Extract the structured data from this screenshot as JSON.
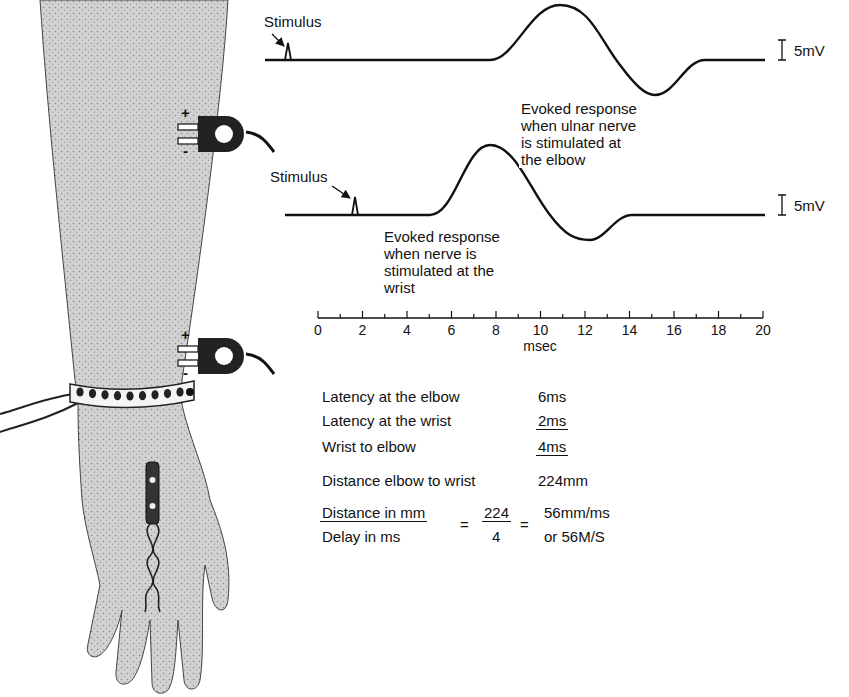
{
  "diagram": {
    "labels": [
      "+",
      "-",
      "+",
      "-",
      "Stimulus",
      "Evoked response when ulnar nerve is stimulated at the elbow",
      "5mV",
      "Stimulus",
      "Evoked response when nerve is stimulated at the wrist",
      "5mV",
      "0",
      "2",
      "4",
      "6",
      "8",
      "10",
      "12",
      "14",
      "16",
      "18",
      "20",
      "msec",
      "Latency at the elbow",
      "6ms",
      "Latency at the wrist",
      "2ms",
      "Wrist to elbow",
      "4ms",
      "Distance elbow to wrist",
      "224mm",
      "Distance in mm",
      "Delay in ms",
      "=",
      "224",
      "4",
      "=",
      "56mm/ms",
      "or 56M/S"
    ]
  }
}
